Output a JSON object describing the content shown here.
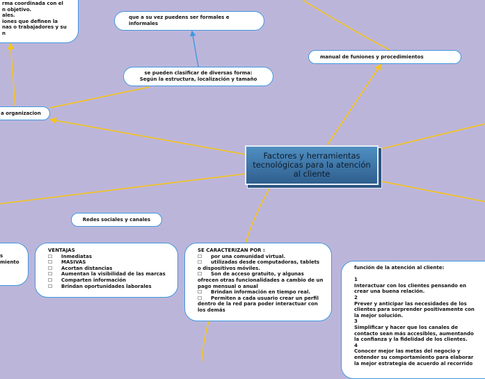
{
  "central_topic": "Factores y herramientas tecnológicas para la atención al cliente",
  "nodes": {
    "top_left_lines": [
      "rma coordinada con el",
      "n objetivo.",
      "",
      "ales.",
      "iones que definen la",
      "nas o trabajadores y su",
      "n"
    ],
    "organizacion": "a organizacion",
    "formales": "que a su vez puedens ser formales e informales",
    "clasificar_line1": "se pueden clasificar de diversas forma:",
    "clasificar_line2": "Según la estructura, localización y tamaño",
    "manual": "manual de funiones y procedimientos",
    "redes": "Redes sociales y canales",
    "left_partial_lines": [
      "s",
      "miento"
    ],
    "ventajas": {
      "title": "VENTAJAS",
      "bullet": "☐",
      "items": [
        "Inmediatas",
        "MASIVAS",
        "Acortan distancias",
        "Aumentan la visibilidad de las marcas",
        "Comparten información",
        "Brindan oportunidades laborales"
      ]
    },
    "caracterizan": {
      "title": "SE CARACTERIZAN POR :",
      "bullet": "☐",
      "items": [
        "por una comunidad virtual.",
        "utilizadas desde computadoras, tablets o dispositivos móviles.",
        "Son de acceso gratuito, y algunas ofrecen otras funcionalidades a cambio de un pago mensual o anual",
        "Brindan información en tiempo real.",
        "Permiten a cada usuario crear un perfil dentro de la red para poder interactuar con los demás"
      ]
    },
    "funcion": {
      "title": "función de la atención al cliente:",
      "items": [
        {
          "num": "1",
          "text": "Interactuar con los clientes pensando en crear una buena relación."
        },
        {
          "num": "2",
          "text": "Prever y anticipar las necesidades de los clientes para sorprender positivamente con la mejor solución."
        },
        {
          "num": "3",
          "text": "Simplificar y hacer que los canales de contacto sean más accesibles, aumentando la confianza y la fidelidad de los clientes."
        },
        {
          "num": "4",
          "text": "Conocer mejor las metas del negocio y entender su comportamiento para elaborar la mejor estrategia de acuerdo al recorrido"
        }
      ]
    }
  },
  "colors": {
    "background": "#bcb5da",
    "connector": "#f5c518",
    "border": "#3f98e0"
  }
}
